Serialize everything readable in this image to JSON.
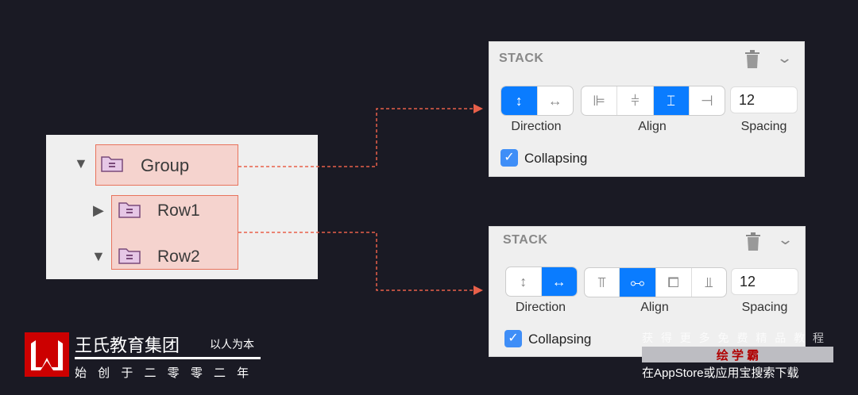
{
  "tree": {
    "items": [
      {
        "label": "Group",
        "expanded": true
      },
      {
        "label": "Row1",
        "expanded": false
      },
      {
        "label": "Row2",
        "expanded": true
      }
    ]
  },
  "panels": [
    {
      "title": "STACK",
      "direction_label": "Direction",
      "align_label": "Align",
      "spacing_label": "Spacing",
      "spacing_value": "12",
      "collapsing_label": "Collapsing",
      "collapsing_checked": true,
      "direction_selected": "vertical",
      "align_selected": 3
    },
    {
      "title": "STACK",
      "direction_label": "Direction",
      "align_label": "Align",
      "spacing_label": "Spacing",
      "spacing_value": "12",
      "collapsing_label": "Collapsing",
      "collapsing_checked": true,
      "direction_selected": "horizontal",
      "align_selected": 2
    }
  ],
  "watermark": {
    "org": "王氏教育集团",
    "motto": "以人为本",
    "founded": "始 创 于 二 零 零 二 年",
    "promo1": "获 得 更 多 免 费 精 品 教 程",
    "brand": "绘 学 霸",
    "promo2": "在AppStore或应用宝搜索下载"
  },
  "colors": {
    "accent": "#0a7cff",
    "highlight": "#e8735c"
  }
}
